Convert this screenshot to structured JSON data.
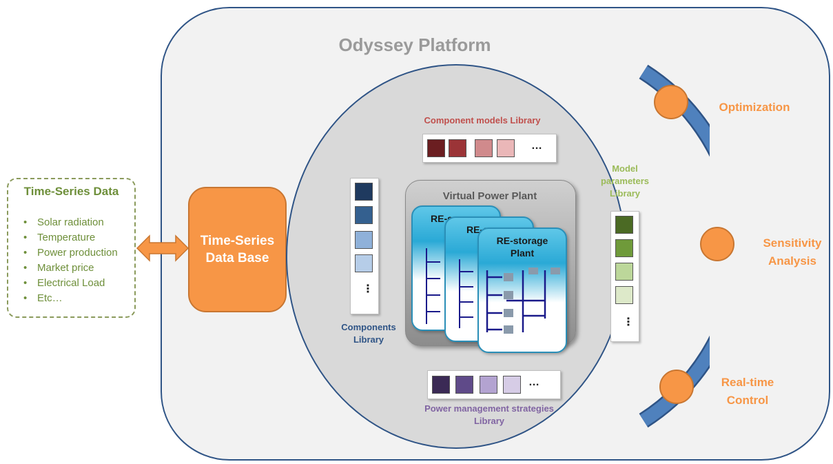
{
  "platform": {
    "title": "Odyssey Platform"
  },
  "time_series_data": {
    "title": "Time-Series Data",
    "items": [
      "Solar radiation",
      "Temperature",
      "Power production",
      "Market price",
      "Electrical Load",
      "Etc…"
    ]
  },
  "database": {
    "line1": "Time-Series",
    "line2": "Data Base"
  },
  "component_models": {
    "label": "Component models Library",
    "colors": [
      "#6b1e21",
      "#9b3437",
      "#d08a8c",
      "#eab7b8"
    ],
    "more": "…"
  },
  "components": {
    "label_line1": "Components",
    "label_line2": "Library",
    "colors": [
      "#1f3a5f",
      "#34608f",
      "#8fb1d9",
      "#b6cde8"
    ],
    "more": "⋮"
  },
  "model_params": {
    "label_line1": "Model",
    "label_line2": "parameters",
    "label_line3": "Library",
    "colors": [
      "#4b6a24",
      "#6f9a3a",
      "#bcd79a",
      "#dde9c9"
    ],
    "more": "⋮"
  },
  "power_management": {
    "label_line1": "Power management strategies",
    "label_line2": "Library",
    "colors": [
      "#3b2a55",
      "#5f4a89",
      "#b3a3d1",
      "#d6cce6"
    ],
    "more": "…"
  },
  "vpp": {
    "title": "Virtual Power Plant",
    "cards": [
      {
        "title": "RE-s"
      },
      {
        "title": "RE-s"
      },
      {
        "title_line1": "RE-storage",
        "title_line2": "Plant"
      }
    ]
  },
  "arc_nodes": [
    {
      "label_line1": "Optimization",
      "label_line2": ""
    },
    {
      "label_line1": "Sensitivity",
      "label_line2": "Analysis"
    },
    {
      "label_line1": "Real-time",
      "label_line2": "Control"
    }
  ],
  "colors": {
    "orange": "#f79646",
    "navy": "#2f5486",
    "green_text": "#6e8f3a",
    "red_text": "#c0504d",
    "blue_text": "#2f5486",
    "light_green_text": "#9bbb59",
    "purple_text": "#8064a2"
  }
}
